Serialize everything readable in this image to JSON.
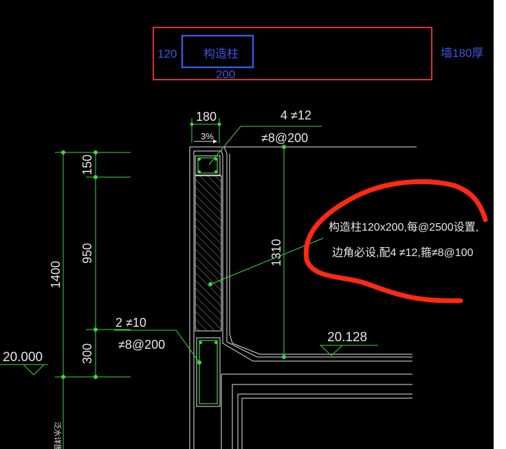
{
  "legend": {
    "width_text": "120",
    "column_label": "构造柱",
    "length_text": "200",
    "wall_text": "墙180厚"
  },
  "dims": {
    "top_width": "180",
    "slope": "3%",
    "total_height": "1400",
    "seg_top": "150",
    "seg_mid": "950",
    "seg_bottom": "300",
    "parapet_height": "1310"
  },
  "rebar": {
    "top_main": "4 ≠12",
    "top_stirrup": "≠8@200",
    "bottom_main": "2 ≠10",
    "bottom_stirrup": "≠8@200"
  },
  "elevations": {
    "left": "20.000",
    "right": "20.128"
  },
  "note": {
    "line1": "构造柱120x200,每@2500设置,",
    "line2": "边角必设,配4 ≠12,箍≠8@100"
  },
  "side_label": "泛水详图",
  "colors": {
    "background": "#000000",
    "dimension": "#3ddc3d",
    "outline": "#e8e8e8",
    "legend_box": "#e03030",
    "legend_text": "#3d57e0",
    "markup": "#ff2a10"
  }
}
